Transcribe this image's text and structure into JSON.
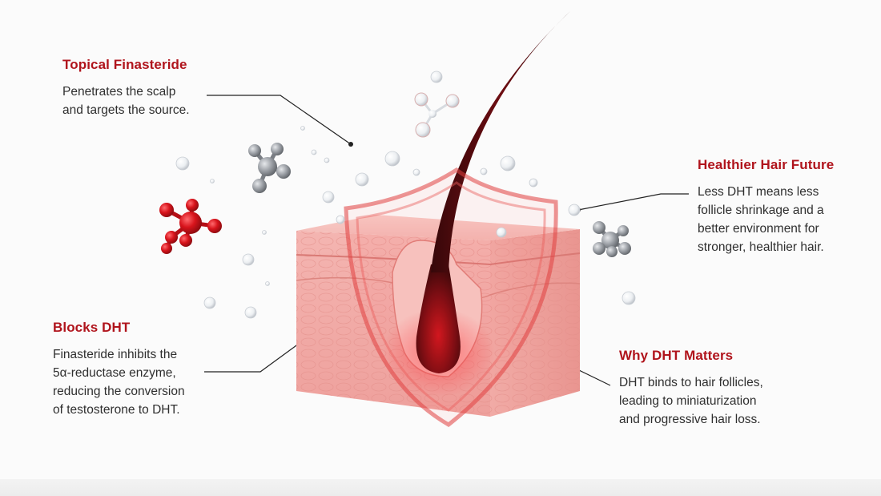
{
  "callouts": {
    "topical_finasteride": {
      "title": "Topical Finasteride",
      "body": "Penetrates the scalp\nand targets the source."
    },
    "blocks_dht": {
      "title": "Blocks DHT",
      "body": "Finasteride inhibits the\n5α-reductase enzyme,\nreducing the conversion\nof testosterone to DHT."
    },
    "healthier_hair_future": {
      "title": "Healthier Hair Future",
      "body": "Less DHT means less\nfollicle shrinkage and a\nbetter environment for\nstronger, healthier hair."
    },
    "why_dht_matters": {
      "title": "Why DHT Matters",
      "body": "DHT binds to hair follicles,\nleading to miniaturization\nand progressive hair loss."
    }
  },
  "illustration": {
    "elements": [
      "skin-cross-section",
      "hair-strand",
      "hair-follicle",
      "protective-shield",
      "dht-molecules",
      "droplets"
    ]
  },
  "colors": {
    "accent_red": "#b0141c",
    "skin_pink": "#f2a9a6",
    "hair_dark": "#3a0608",
    "molecule_red": "#d8141c",
    "molecule_gray": "#8f9399"
  }
}
